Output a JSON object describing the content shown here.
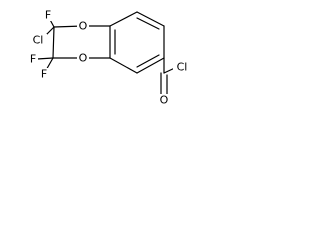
{
  "molecule": {
    "atoms": {
      "f_top": "F",
      "cl_ring": "Cl",
      "f_left": "F",
      "f_lower": "F",
      "o_upper": "O",
      "o_lower": "O",
      "o_carbonyl": "O",
      "cl_acyl": "Cl"
    }
  }
}
